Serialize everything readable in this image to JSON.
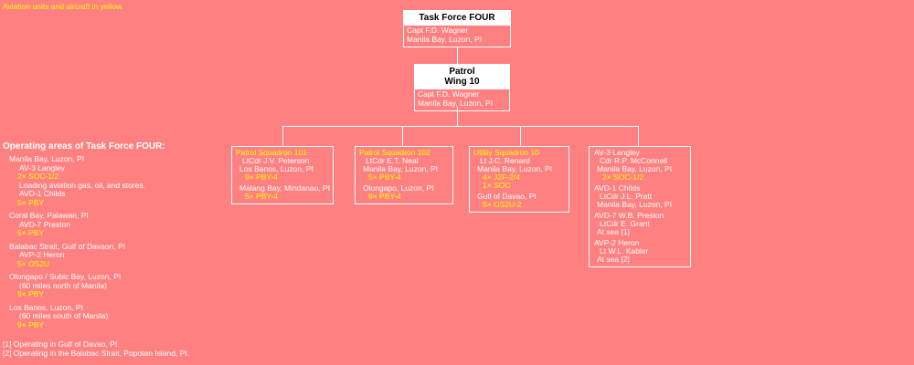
{
  "legend_note": "Aviation units and aircraft in yellow.",
  "colors": {
    "background": "#ff8080",
    "box_border": "#ffffff",
    "header_background": "#ffffff",
    "header_text": "#000000",
    "body_text": "#ffffff",
    "aviation_text": "#ffff00"
  },
  "org_chart": {
    "task_force": {
      "title": "Task Force FOUR",
      "commander": "Capt F.D. Wagner",
      "location": "Manila Bay, Luzon, PI"
    },
    "patrol_wing": {
      "title_line1": "Patrol",
      "title_line2": "Wing 10",
      "commander": "Capt F.D. Wagner",
      "location": "Manila Bay, Luzon, PI"
    },
    "squadron_101": {
      "title": "Patrol Squadron 101",
      "commander": "LtCdr J.V. Peterson",
      "station_1": "Los Banos, Luzon, PI",
      "aircraft_1": "9× PBY-4",
      "station_2": "Malang Bay, Mindanao, PI",
      "aircraft_2": "5× PBY-4"
    },
    "squadron_102": {
      "title": "Patrol Squadron 102",
      "commander": "LtCdr E.T. Neal",
      "station_1": "Manila Bay, Luzon, PI",
      "aircraft_1": "5× PBY-4",
      "station_2": "Olongapo, Luzon, PI",
      "aircraft_2": "9× PBY-4"
    },
    "utility_squadron_10": {
      "title": "Utility Squadron 10",
      "commander": "Lt J.C. Renard",
      "station_1": "Manila Bay, Luzon, PI",
      "aircraft_1": "4× J2F-2/4",
      "aircraft_2": "1× SOC",
      "station_2": "Gulf of Davao, PI",
      "aircraft_3": "5× OS2U-2"
    },
    "ships": {
      "ship_1": {
        "name": "AV-3 Langley",
        "commander": "Cdr R.P. McConnell",
        "location": "Manila Bay, Luzon, PI",
        "aircraft": "2× SOC-1/2"
      },
      "ship_2": {
        "name": "AVD-1 Childs",
        "commander": "LtCdr J.L. Pratt",
        "location": "Manila Bay, Luzon, PI"
      },
      "ship_3": {
        "name": "AVD-7 W.B. Preston",
        "commander": "LtCdr E. Grant",
        "location": "At sea [1]"
      },
      "ship_4": {
        "name": "AVP-2 Heron",
        "commander": "Lt W.L. Kabler",
        "location": "At sea [2]"
      }
    }
  },
  "operating_areas": {
    "heading": "Operating areas of Task Force FOUR:",
    "areas": [
      {
        "location": "Manila Bay, Luzon, PI",
        "lines": [
          {
            "kind": "ship",
            "text": "AV-3 Langley"
          },
          {
            "kind": "aircraft",
            "text": "2× SOC-1/2"
          },
          {
            "kind": "note",
            "text": "Loading aviation gas, oil, and stores."
          },
          {
            "kind": "ship",
            "text": "AVD-1 Childs"
          },
          {
            "kind": "aircraft",
            "text": "5× PBY"
          }
        ]
      },
      {
        "location": "Coral Bay, Palawan, PI",
        "lines": [
          {
            "kind": "ship",
            "text": "AVD-7 Preston"
          },
          {
            "kind": "aircraft",
            "text": "5× PBY"
          }
        ]
      },
      {
        "location": "Balabac Strait, Gulf of Davaon, PI",
        "lines": [
          {
            "kind": "ship",
            "text": "AVP-2 Heron"
          },
          {
            "kind": "aircraft",
            "text": "5× OS2U"
          }
        ]
      },
      {
        "location": "Olongapo / Subic Bay, Luzon, PI",
        "lines": [
          {
            "kind": "note",
            "text": "(60 miles north of Manila)"
          },
          {
            "kind": "aircraft",
            "text": "9× PBY"
          }
        ]
      },
      {
        "location": "Los Banos, Luzon, PI",
        "lines": [
          {
            "kind": "note",
            "text": "(60 miles south of Manila)"
          },
          {
            "kind": "aircraft",
            "text": "9× PBY"
          }
        ]
      }
    ]
  },
  "footnotes": [
    "[1] Operating in Gulf of Davao, PI.",
    "[2] Operating in the Balabac Strait, Popotan Island, PI."
  ]
}
